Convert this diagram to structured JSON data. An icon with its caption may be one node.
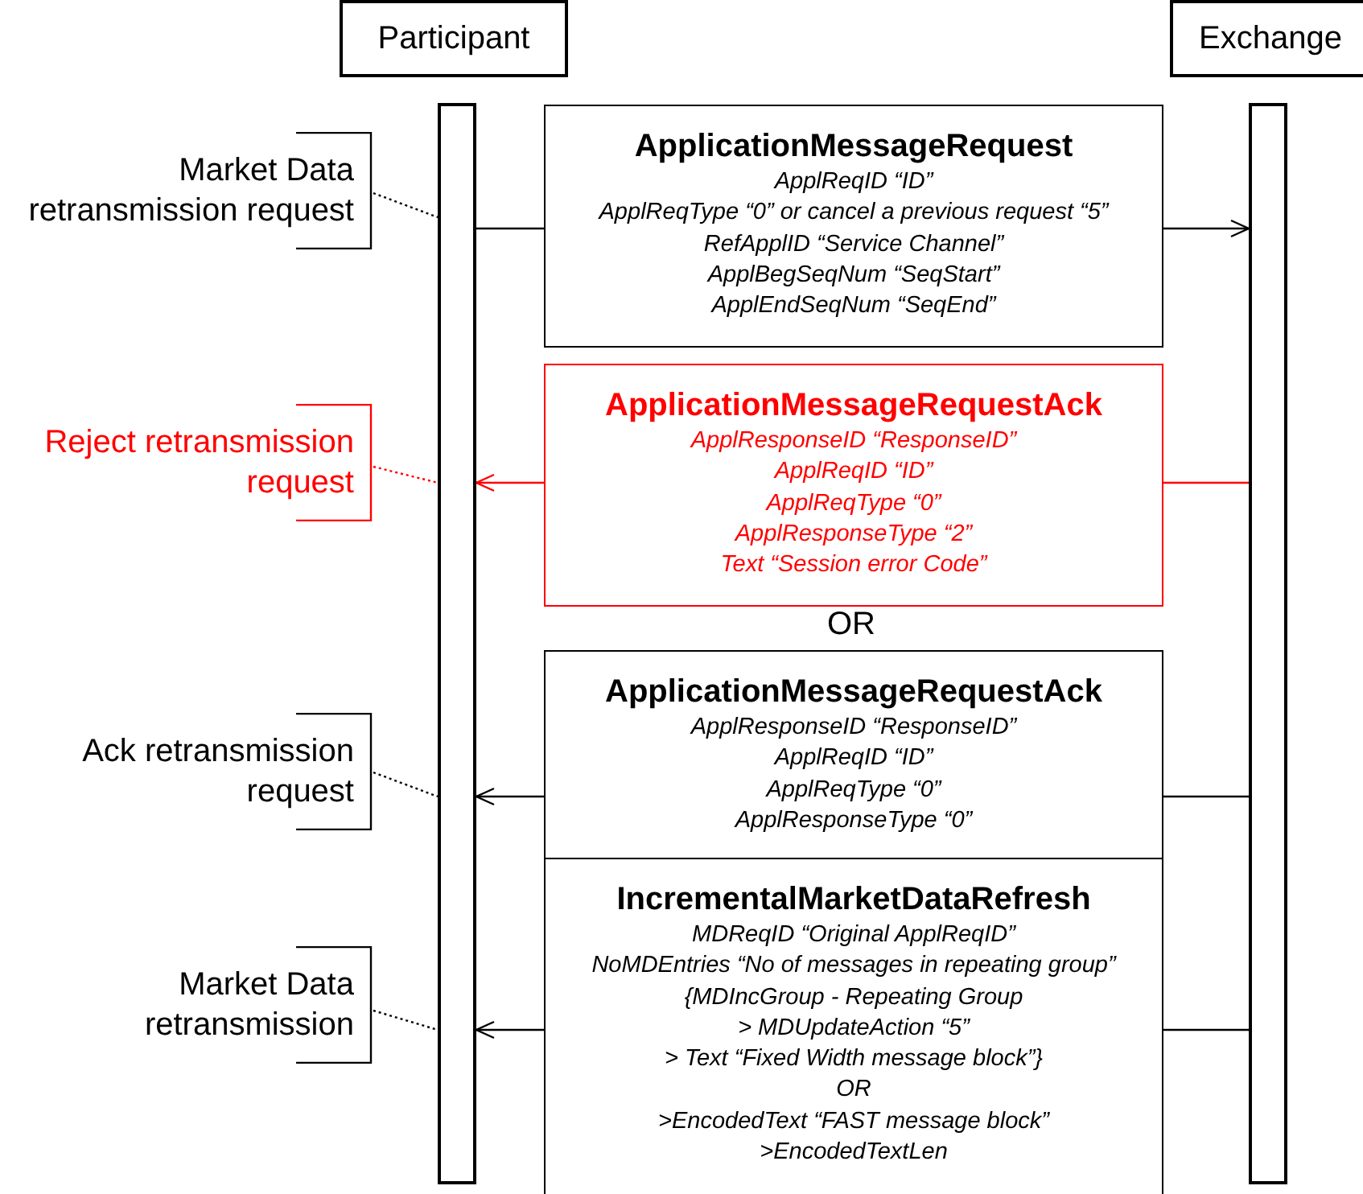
{
  "diagram": {
    "nodes": [
      {
        "text": [
          "Participant"
        ]
      },
      {
        "text": [
          "Exchange"
        ]
      },
      {
        "text": [],
        "shape": "bar"
      },
      {
        "text": [],
        "shape": "bar"
      },
      {
        "text": [
          "ApplicationMessageRequest",
          "ApplReqID “ID”",
          "ApplReqType “0” or cancel a previous request “5”",
          "RefApplID “Service Channel”",
          "ApplBegSeqNum “SeqStart”",
          "ApplEndSeqNum “SeqEnd”"
        ]
      },
      {
        "text": [
          "ApplicationMessageRequestAck",
          "ApplResponseID “ResponseID”",
          "ApplReqID “ID”",
          "ApplReqType “0”",
          "ApplResponseType “2”",
          "Text “Session error Code”"
        ]
      },
      {
        "text": [
          "ApplicationMessageRequestAck",
          "ApplResponseID “ResponseID”",
          "ApplReqID “ID”",
          "ApplReqType “0”",
          "ApplResponseType “0”"
        ]
      },
      {
        "text": [
          "IncrementalMarketDataRefresh",
          "MDReqID “Original ApplReqID”",
          "NoMDEntries “No of messages in repeating group”",
          "{MDIncGroup - Repeating Group",
          "> MDUpdateAction “5”",
          "> Text “Fixed Width message block”}",
          "OR",
          ">EncodedText “FAST message block”",
          ">EncodedTextLen"
        ]
      },
      {
        "text": [
          "Market Data retransmission request"
        ]
      },
      {
        "text": [
          "Reject retransmission request"
        ]
      },
      {
        "text": [
          "Ack retransmission request"
        ]
      },
      {
        "text": [
          "Market Data retransmission"
        ]
      }
    ],
    "edges": [
      {
        "from": 2,
        "to": 4,
        "arrow": "none"
      },
      {
        "from": 4,
        "to": 3,
        "arrow": "to"
      },
      {
        "from": 3,
        "to": 5,
        "arrow": "none",
        "color": "#ff0000"
      },
      {
        "from": 5,
        "to": 2,
        "arrow": "to",
        "color": "#ff0000"
      },
      {
        "from": 3,
        "to": 6,
        "arrow": "none"
      },
      {
        "from": 6,
        "to": 2,
        "arrow": "to"
      },
      {
        "from": 3,
        "to": 7,
        "arrow": "none"
      },
      {
        "from": 7,
        "to": 2,
        "arrow": "to"
      },
      {
        "from": 8,
        "to": 2,
        "arrow": "none",
        "style": "dashed"
      },
      {
        "from": 9,
        "to": 2,
        "arrow": "none",
        "style": "dashed",
        "color": "#ff0000"
      },
      {
        "from": 10,
        "to": 2,
        "arrow": "none",
        "style": "dashed"
      },
      {
        "from": 11,
        "to": 2,
        "arrow": "none",
        "style": "dashed"
      }
    ],
    "labels": [
      "OR"
    ]
  }
}
